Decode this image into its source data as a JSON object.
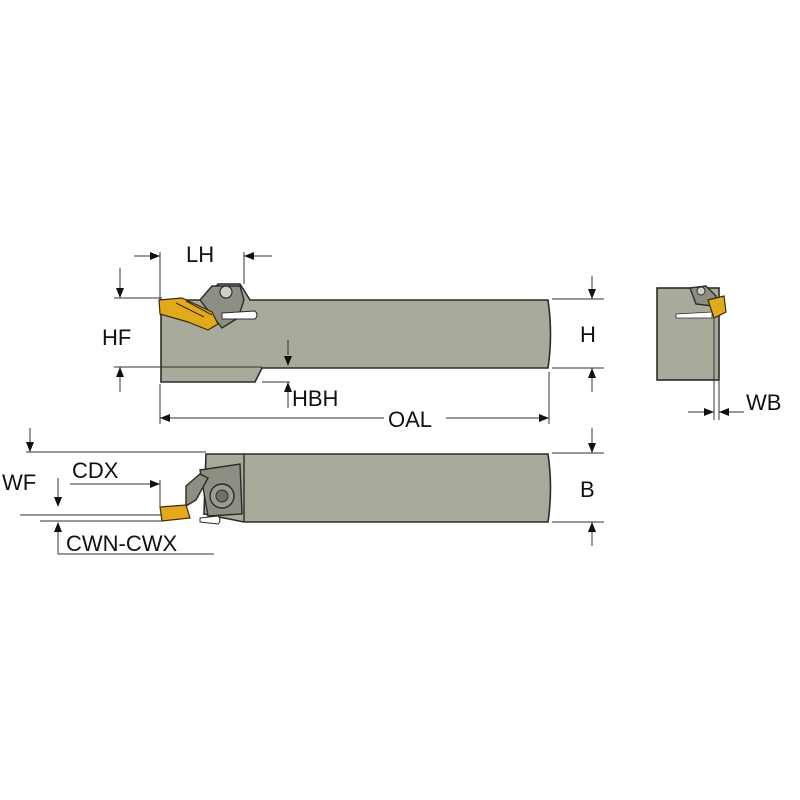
{
  "labels": {
    "lh": "LH",
    "hf": "HF",
    "h": "H",
    "hbh": "HBH",
    "oal": "OAL",
    "wb": "WB",
    "wf": "WF",
    "cdx": "CDX",
    "b": "B",
    "cwn_cwx": "CWN-CWX"
  },
  "colors": {
    "body": "#a9aa9b",
    "insert": "#e0aa1c",
    "line": "#2b2b2b"
  }
}
